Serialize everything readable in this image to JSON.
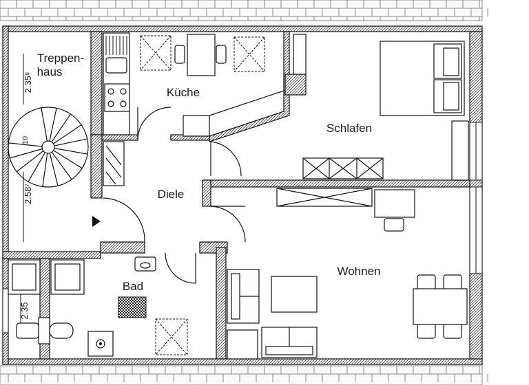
{
  "rooms": {
    "treppenhaus_line1": "Treppen-",
    "treppenhaus_line2": "haus",
    "kueche": "Küche",
    "schlafen": "Schlafen",
    "diele": "Diele",
    "wohnen": "Wohnen",
    "bad": "Bad"
  },
  "dimensions": {
    "d1": "2.35⁸",
    "d2": "2.58⁷",
    "d3": "2.35"
  },
  "stair": {
    "step_number": "10"
  }
}
